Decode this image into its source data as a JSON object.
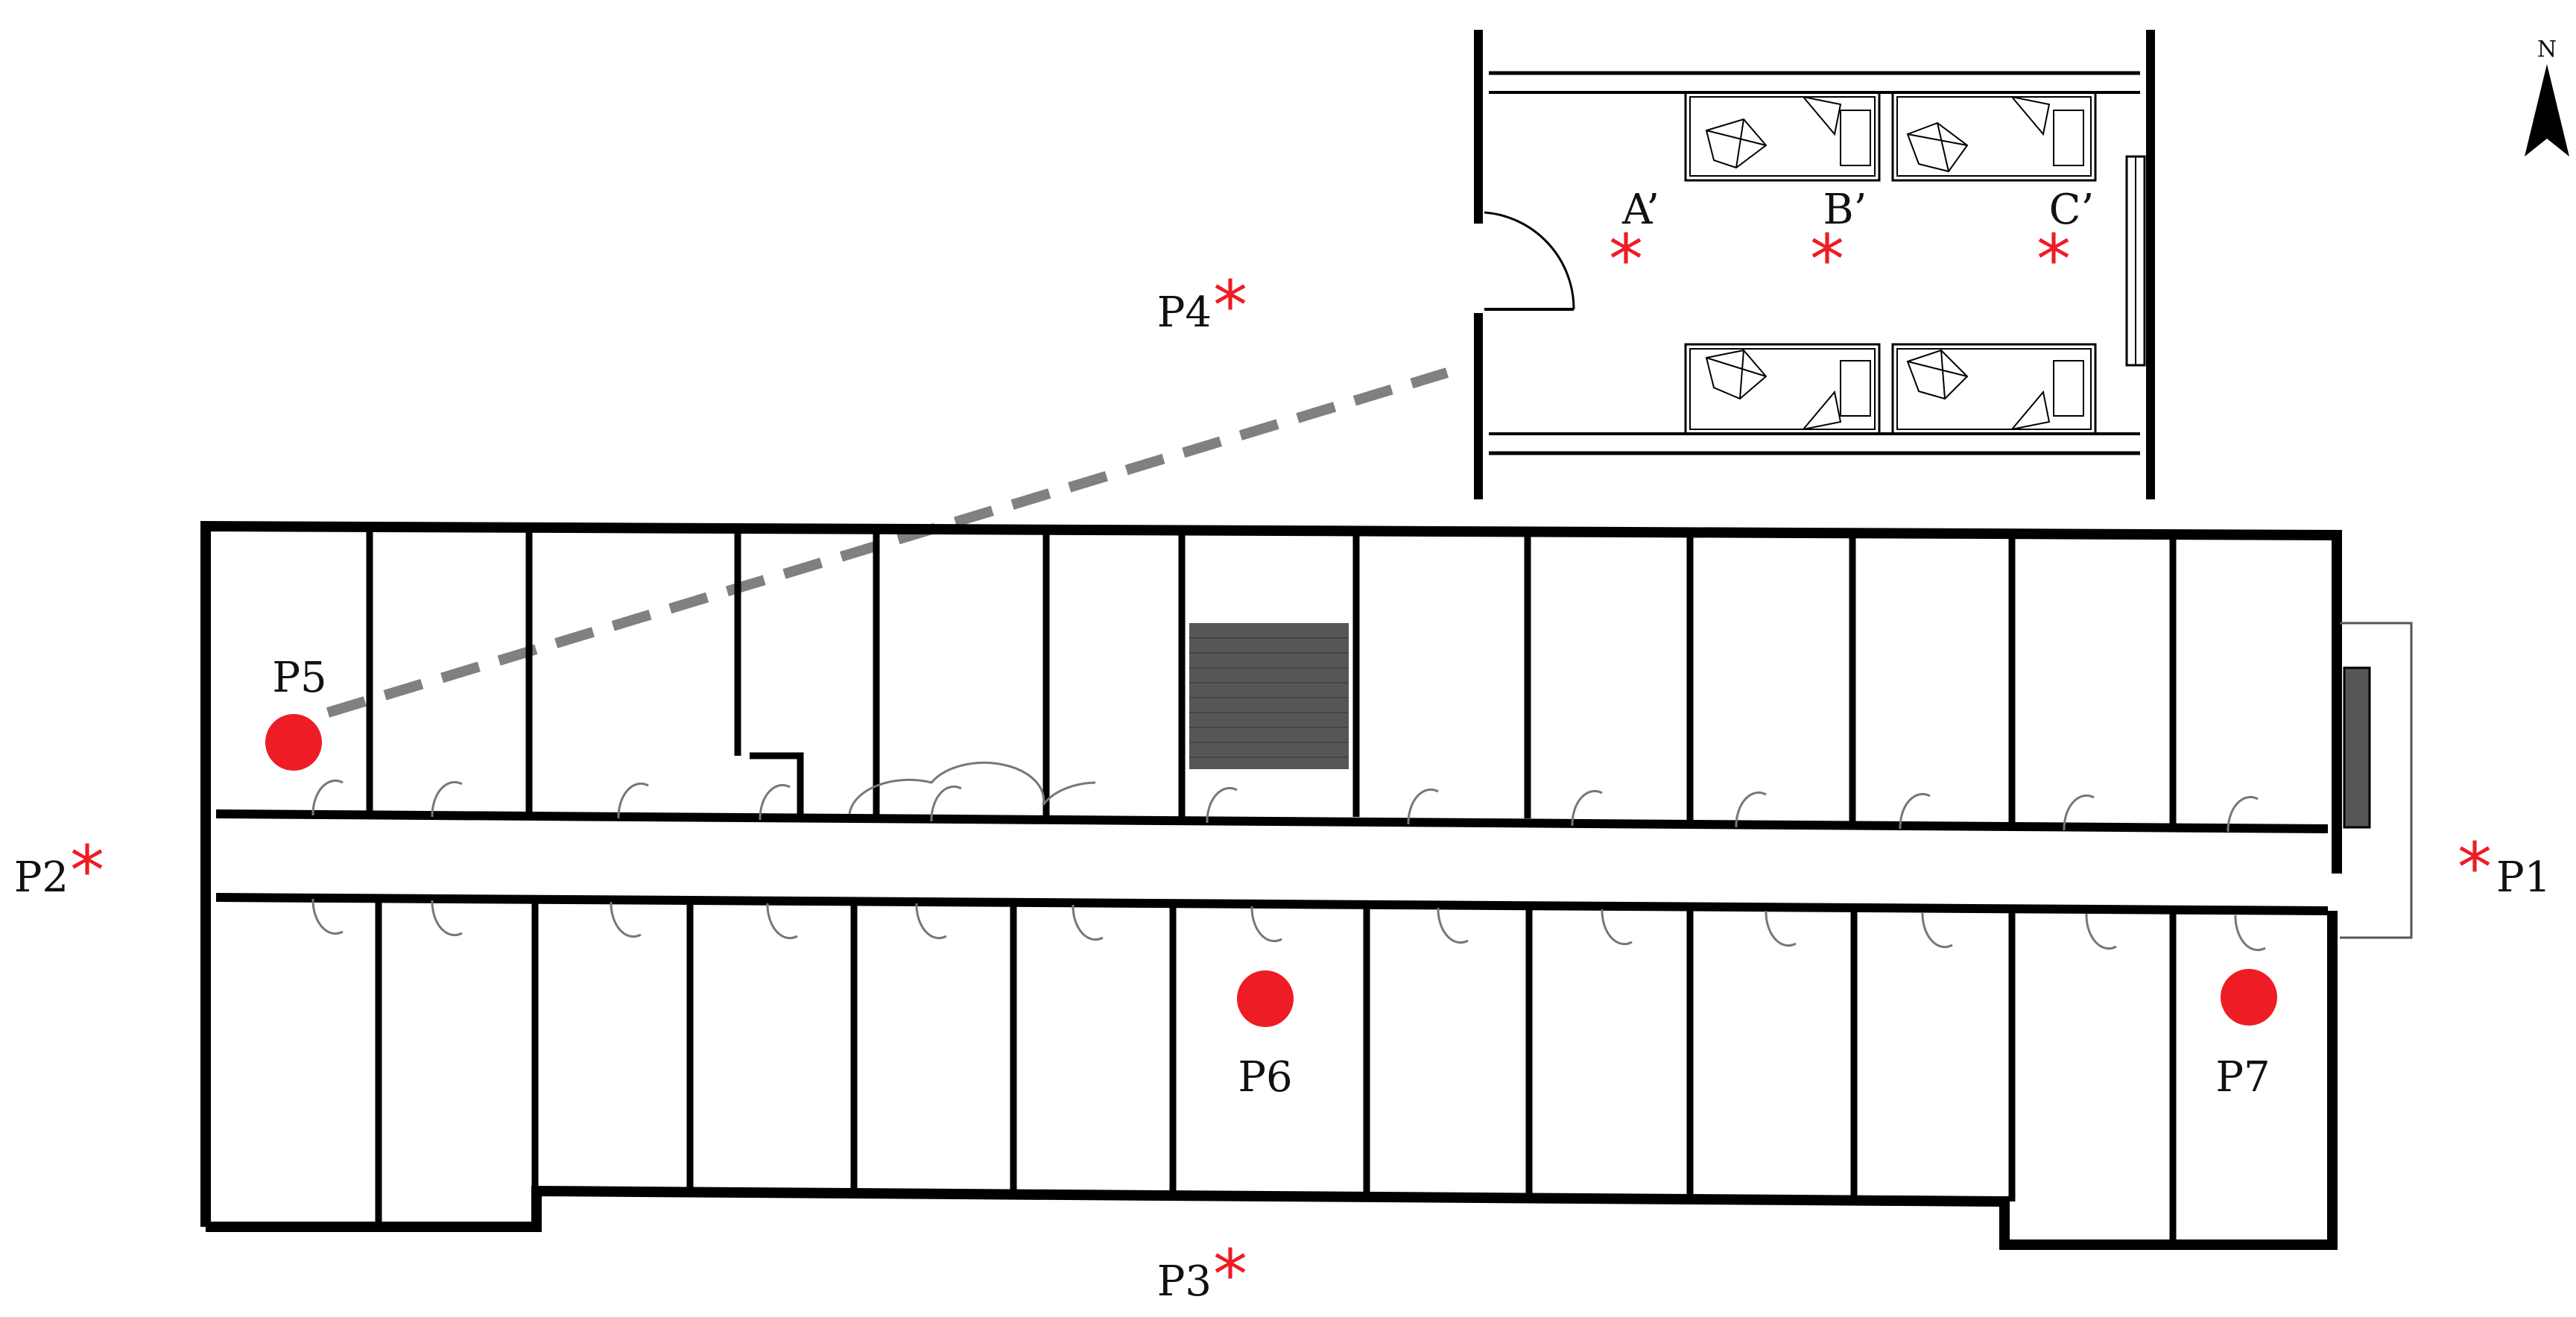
{
  "compass": {
    "label": "N",
    "icon": "north-arrow-icon"
  },
  "colors": {
    "marker": "#ee1c24",
    "wall": "#000000",
    "stair": "#555555",
    "link": "#808080"
  },
  "outdoor_points": [
    {
      "id": "p1",
      "label": "P1"
    },
    {
      "id": "p2",
      "label": "P2"
    },
    {
      "id": "p3",
      "label": "P3"
    },
    {
      "id": "p4",
      "label": "P4"
    }
  ],
  "indoor_points": [
    {
      "id": "p5",
      "label": "P5"
    },
    {
      "id": "p6",
      "label": "P6"
    },
    {
      "id": "p7",
      "label": "P7"
    }
  ],
  "inset_points": [
    {
      "id": "a",
      "label": "A’"
    },
    {
      "id": "b",
      "label": "B’"
    },
    {
      "id": "c",
      "label": "C’"
    }
  ],
  "star_glyph": "*"
}
